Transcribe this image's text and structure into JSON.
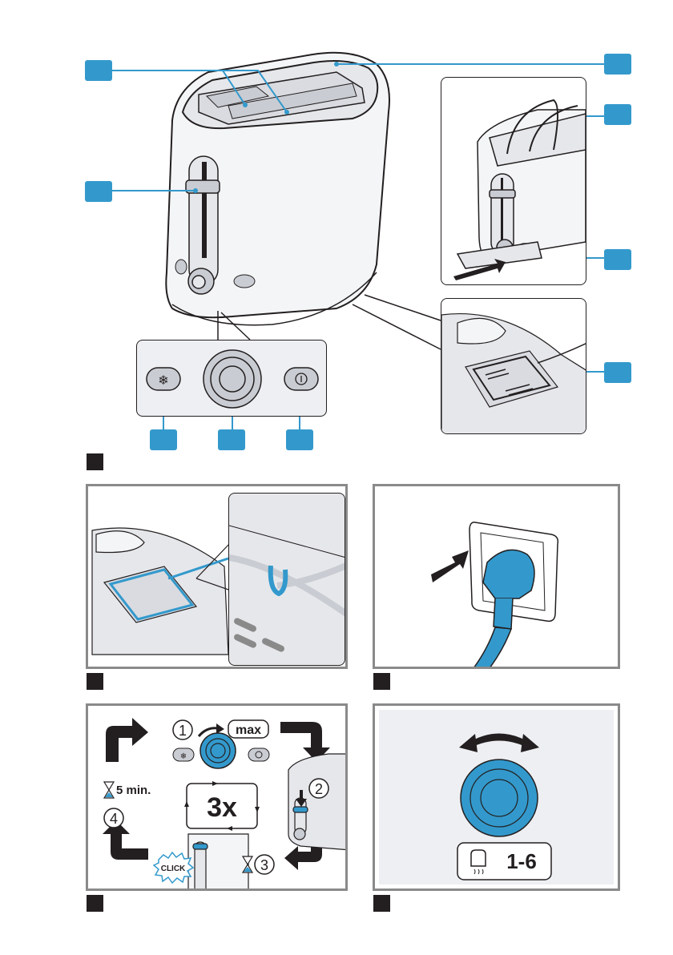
{
  "document": {
    "type": "appliance-manual-illustration-page",
    "subject": "two-slot toaster",
    "accent_color": "#3399cc",
    "outline_color": "#231f20",
    "body_color": "#e6e7eb"
  },
  "figure_overview": {
    "callouts": [
      {
        "id": "callout-toasting-slots",
        "target": "toasting slots",
        "label": ""
      },
      {
        "id": "callout-lift-lever",
        "target": "lift lever",
        "label": ""
      },
      {
        "id": "callout-bun-warmer-lever",
        "target": "bun warmer lever",
        "label": ""
      },
      {
        "id": "callout-bun-warmer-rack",
        "target": "bun warmer rack",
        "label": ""
      },
      {
        "id": "callout-crumb-tray",
        "target": "crumb tray",
        "label": ""
      },
      {
        "id": "callout-cable-storage",
        "target": "cable storage",
        "label": ""
      },
      {
        "id": "callout-defrost-button",
        "target": "defrost button",
        "label": ""
      },
      {
        "id": "callout-browning-control",
        "target": "browning control",
        "label": ""
      },
      {
        "id": "callout-stop-button",
        "target": "stop button",
        "label": ""
      }
    ],
    "control_panel": {
      "defrost_icon": "snowflake-icon",
      "dial": "browning-dial",
      "stop_icon": "power-stop-icon"
    }
  },
  "figure_cable": {
    "description": "cable routed through base clips"
  },
  "figure_plug": {
    "description": "plug inserted into wall socket",
    "arrow": "push-arrow-icon"
  },
  "figure_first_use": {
    "steps": [
      "1",
      "2",
      "3",
      "4"
    ],
    "dial_setting_label": "max",
    "repeat_label": "3x",
    "wait_label": "5 min.",
    "sound_label": "CLICK"
  },
  "figure_browning": {
    "range_label": "1-6",
    "toast_icon": "toast-heat-icon",
    "arrow": "rotate-both-ways-icon"
  }
}
